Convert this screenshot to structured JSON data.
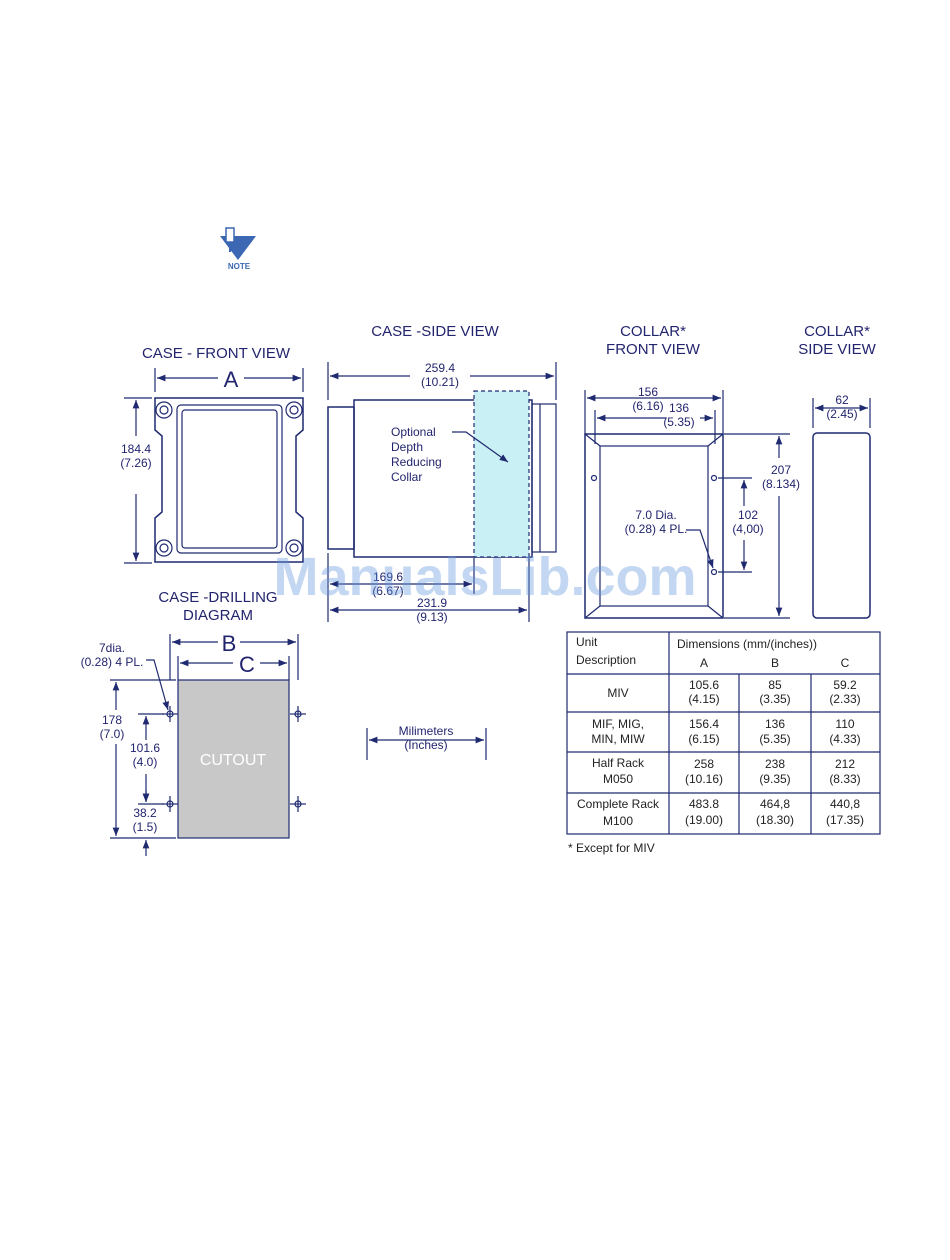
{
  "note": {
    "label": "NOTE",
    "icon": "note-pointer-icon"
  },
  "watermark": "ManualsLib.com",
  "front_view": {
    "title": "CASE - FRONT VIEW",
    "letter": "A",
    "height": "184.4",
    "height_in": "(7.26)"
  },
  "side_view": {
    "title": "CASE -SIDE VIEW",
    "overall": "259.4",
    "overall_in": "(10.21)",
    "collar_note": [
      "Optional",
      "Depth",
      "Reducing",
      "Collar"
    ],
    "depth_a": "169.6",
    "depth_a_in": "(6.67)",
    "depth_b": "231.9",
    "depth_b_in": "(9.13)"
  },
  "collar_front": {
    "title_1": "COLLAR*",
    "title_2": "FRONT VIEW",
    "width_outer": "156",
    "width_outer_in": "(6.16)",
    "width_inner": "136",
    "width_inner_in": "(5.35)",
    "height": "207",
    "height_in": "(8.134)",
    "hole_spacing": "102",
    "hole_spacing_in": "(4,00)",
    "hole_note_1": "7.0 Dia.",
    "hole_note_2": "(0.28) 4 PL."
  },
  "collar_side": {
    "title_1": "COLLAR*",
    "title_2": "SIDE VIEW",
    "width": "62",
    "width_in": "(2.45)"
  },
  "drilling": {
    "title_1": "CASE -DRILLING",
    "title_2": "DIAGRAM",
    "letter_b": "B",
    "letter_c": "C",
    "hole_note_1": "7dia.",
    "hole_note_2": "(0.28) 4 PL.",
    "h_total": "178",
    "h_total_in": "(7.0)",
    "h_holes": "101.6",
    "h_holes_in": "(4.0)",
    "h_bottom": "38.2",
    "h_bottom_in": "(1.5)",
    "cutout": "CUTOUT"
  },
  "legend": {
    "line_1": "Milimeters",
    "line_2": "(Inches)"
  },
  "table": {
    "head_unit_1": "Unit",
    "head_unit_2": "Description",
    "head_dims": "Dimensions  (mm/(inches))",
    "cols": [
      "A",
      "B",
      "C"
    ],
    "rows": [
      {
        "desc": [
          "MIV"
        ],
        "a": [
          "105.6",
          "(4.15)"
        ],
        "b": [
          "85",
          "(3.35)"
        ],
        "c": [
          "59.2",
          "(2.33)"
        ]
      },
      {
        "desc": [
          "MIF, MIG,",
          "MIN, MIW"
        ],
        "a": [
          "156.4",
          "(6.15)"
        ],
        "b": [
          "136",
          "(5.35)"
        ],
        "c": [
          "110",
          "(4.33)"
        ]
      },
      {
        "desc": [
          "Half Rack",
          "M050"
        ],
        "a": [
          "258",
          "(10.16)"
        ],
        "b": [
          "238",
          "(9.35)"
        ],
        "c": [
          "212",
          "(8.33)"
        ]
      },
      {
        "desc": [
          "Complete Rack",
          "M100"
        ],
        "a": [
          "483.8",
          "(19.00)"
        ],
        "b": [
          "464,8",
          "(18.30)"
        ],
        "c": [
          "440,8",
          "(17.35)"
        ]
      }
    ],
    "footnote": "* Except for  MIV"
  },
  "colors": {
    "line": "#1f2a70",
    "collar_fill": "#c8f0f5",
    "cutout_fill": "#c8c8c8"
  }
}
